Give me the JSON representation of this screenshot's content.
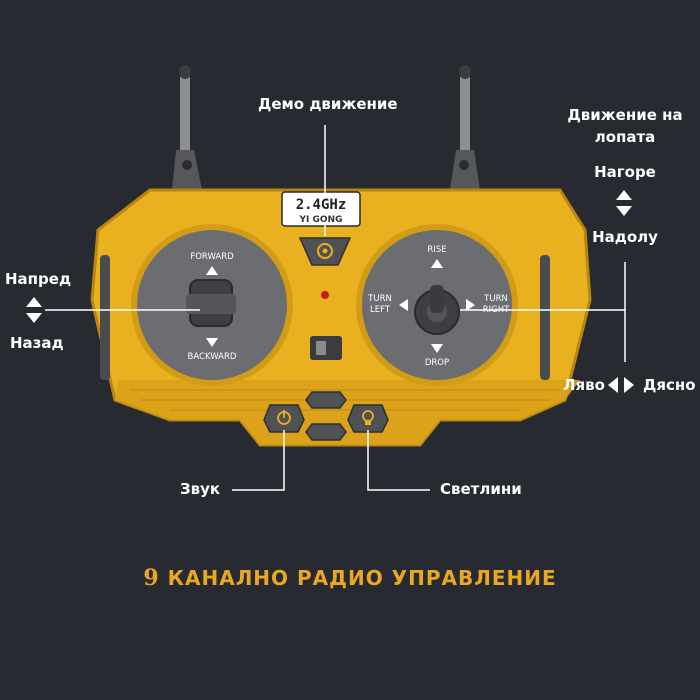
{
  "colors": {
    "background": "#272a31",
    "body_yellow": "#e9b020",
    "body_dark_yellow": "#b9860f",
    "panel_gray": "#6b6d70",
    "accent_title": "#e9a722",
    "label_white": "#ffffff"
  },
  "remote": {
    "badge_top": "2.4GHz",
    "badge_bottom": "YI GONG",
    "left_stick": {
      "top": "FORWARD",
      "bottom": "BACKWARD"
    },
    "right_stick": {
      "top": "RISE",
      "bottom": "DROP",
      "left_line1": "TURN",
      "left_line2": "LEFT",
      "right_line1": "TURN",
      "right_line2": "RIGHT"
    },
    "icons": {
      "demo_button": "gear-icon",
      "sound_button": "power-sound-icon",
      "light_button": "lightbulb-icon"
    }
  },
  "callouts": {
    "demo": "Демо движение",
    "shovel_line1": "Движение на",
    "shovel_line2": "лопата",
    "up": "Нагоре",
    "down": "Надолу",
    "forward": "Напред",
    "back": "Назад",
    "left": "Ляво",
    "right": "Дясно",
    "sound": "Звук",
    "lights": "Светлини"
  },
  "footer": {
    "number": "9",
    "title": "КАНАЛНО РАДИО УПРАВЛЕНИЕ"
  }
}
